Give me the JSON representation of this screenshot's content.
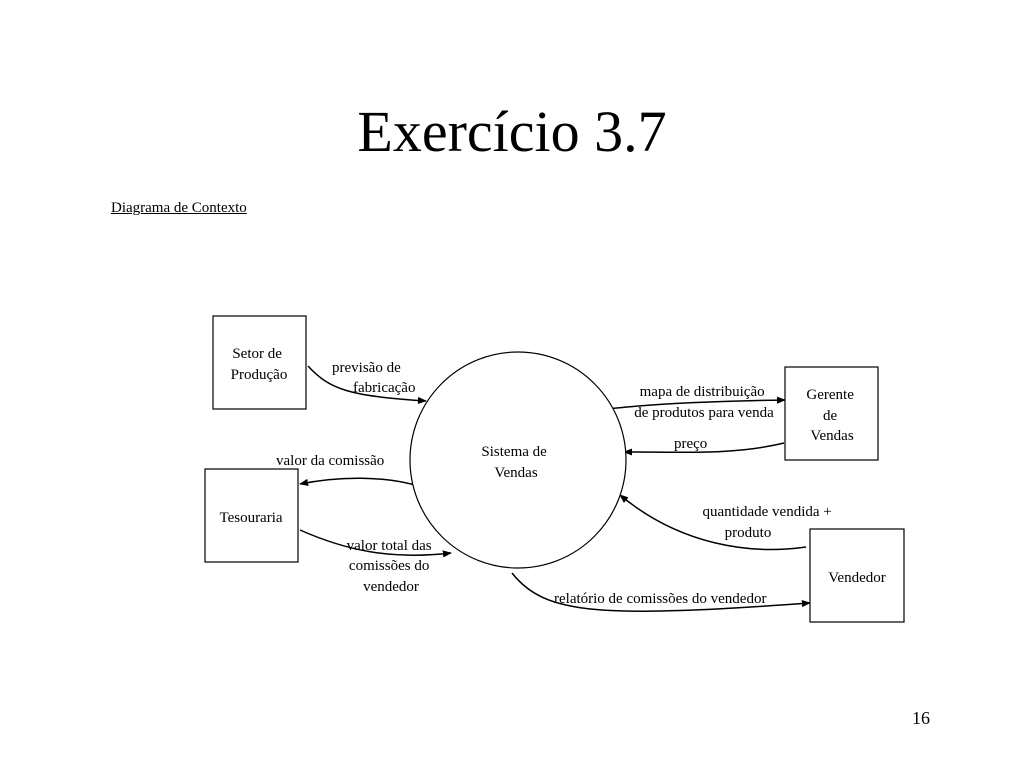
{
  "slide": {
    "title": "Exercício 3.7",
    "subtitle": "Diagrama de Contexto",
    "page_number": "16"
  },
  "diagram": {
    "process": {
      "lines": [
        "Sistema de",
        "Vendas"
      ]
    },
    "entities": {
      "setor_producao": {
        "lines": [
          "Setor de",
          "Produção"
        ]
      },
      "tesouraria": {
        "lines": [
          "Tesouraria"
        ]
      },
      "gerente_vendas": {
        "lines": [
          "Gerente",
          "de",
          "Vendas"
        ]
      },
      "vendedor": {
        "lines": [
          "Vendedor"
        ]
      }
    },
    "flows": {
      "previsao": {
        "lines": [
          "previsão de",
          "fabricação"
        ]
      },
      "valor_comissao": {
        "lines": [
          "valor da comissão"
        ]
      },
      "valor_total": {
        "lines": [
          "valor total das",
          "comissões do",
          "vendedor"
        ]
      },
      "mapa": {
        "lines": [
          "mapa de distribuição",
          "de produtos para venda"
        ]
      },
      "preco": {
        "lines": [
          "preço"
        ]
      },
      "quantidade": {
        "lines": [
          "quantidade vendida +",
          "produto"
        ]
      },
      "relatorio": {
        "lines": [
          "relatório de comissões do vendedor"
        ]
      }
    }
  }
}
